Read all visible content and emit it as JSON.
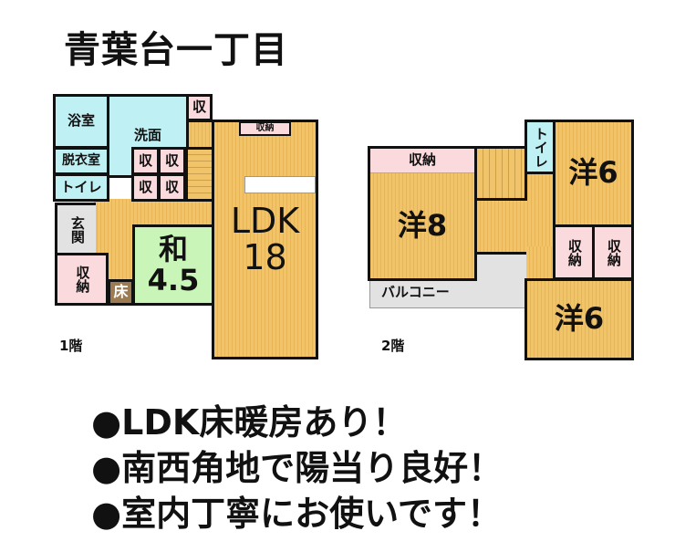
{
  "title": "青葉台一丁目",
  "floor1": {
    "label": "1階",
    "bath": "浴室",
    "washroom": "洗面",
    "storage_small": "収",
    "dressing": "脱衣室",
    "toilet": "トイレ",
    "storage_grid": [
      "収",
      "収",
      "収",
      "収"
    ],
    "entrance": "玄関",
    "storage": "収納",
    "alcove": "床",
    "japanese_room": {
      "name": "和",
      "size": "4.5"
    },
    "ldk": {
      "name": "LDK",
      "size": "18"
    },
    "ldk_storage": "収納"
  },
  "floor2": {
    "label": "2階",
    "western8": {
      "name": "洋8",
      "storage": "収納"
    },
    "toilet": "トイレ",
    "western6_top": "洋6",
    "storages": [
      "収納",
      "収納"
    ],
    "western6_bottom": "洋6",
    "balcony": "バルコニー"
  },
  "features": [
    "●LDK床暖房あり！",
    "●南西角地で陽当り良好！",
    "●室内丁寧にお使いです！"
  ]
}
